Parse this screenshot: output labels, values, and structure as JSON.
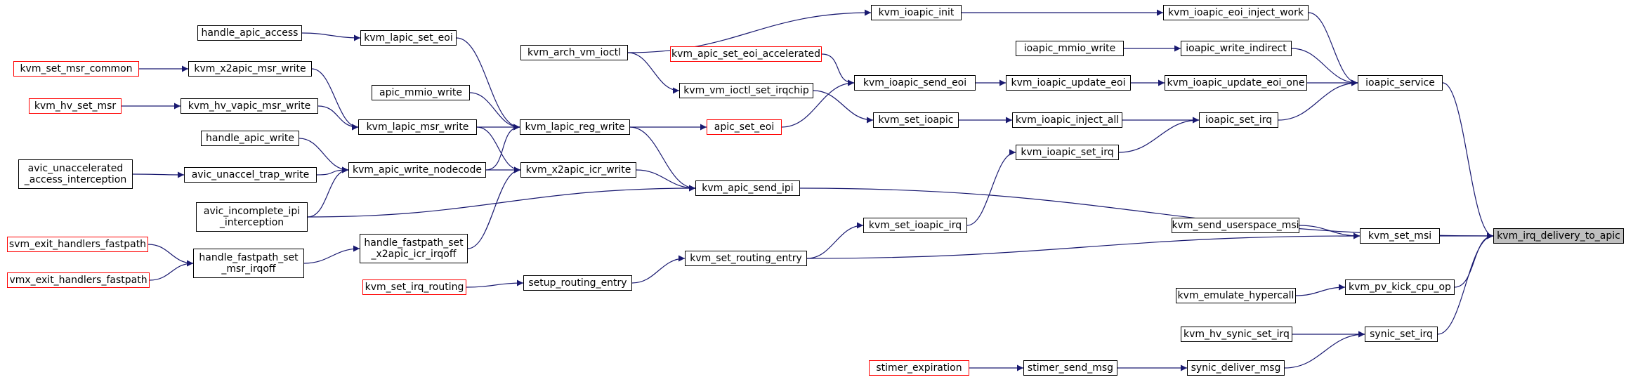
{
  "graph": {
    "colors": {
      "edge": "#191970",
      "node_border": "#000000",
      "node_incomplete_border": "#ff0000",
      "focus_fill": "#bfbfbf"
    },
    "nodes": [
      {
        "id": "kvm_irq_delivery_to_apic",
        "label": "kvm_irq_delivery_to_apic",
        "style": "focus"
      },
      {
        "id": "ioapic_service",
        "label": "ioapic_service",
        "style": "normal"
      },
      {
        "id": "kvm_ioapic_eoi_inject_work",
        "label": "kvm_ioapic_eoi_inject_work",
        "style": "normal"
      },
      {
        "id": "kvm_ioapic_init",
        "label": "kvm_ioapic_init",
        "style": "normal"
      },
      {
        "id": "kvm_arch_vm_ioctl",
        "label": "kvm_arch_vm_ioctl",
        "style": "normal"
      },
      {
        "id": "ioapic_write_indirect",
        "label": "ioapic_write_indirect",
        "style": "normal"
      },
      {
        "id": "ioapic_mmio_write",
        "label": "ioapic_mmio_write",
        "style": "normal"
      },
      {
        "id": "kvm_ioapic_update_eoi_one",
        "label": "kvm_ioapic_update_eoi_one",
        "style": "normal"
      },
      {
        "id": "kvm_ioapic_update_eoi",
        "label": "kvm_ioapic_update_eoi",
        "style": "normal"
      },
      {
        "id": "kvm_ioapic_send_eoi",
        "label": "kvm_ioapic_send_eoi",
        "style": "normal"
      },
      {
        "id": "kvm_apic_set_eoi_accelerated",
        "label": "kvm_apic_set_eoi_accelerated",
        "style": "incomplete"
      },
      {
        "id": "apic_set_eoi",
        "label": "apic_set_eoi",
        "style": "incomplete"
      },
      {
        "id": "kvm_lapic_reg_write",
        "label": "kvm_lapic_reg_write",
        "style": "normal"
      },
      {
        "id": "kvm_lapic_set_eoi",
        "label": "kvm_lapic_set_eoi",
        "style": "normal"
      },
      {
        "id": "handle_apic_access",
        "label": "handle_apic_access",
        "style": "normal"
      },
      {
        "id": "apic_mmio_write",
        "label": "apic_mmio_write",
        "style": "normal"
      },
      {
        "id": "kvm_lapic_msr_write",
        "label": "kvm_lapic_msr_write",
        "style": "normal"
      },
      {
        "id": "kvm_x2apic_msr_write",
        "label": "kvm_x2apic_msr_write",
        "style": "normal"
      },
      {
        "id": "kvm_set_msr_common",
        "label": "kvm_set_msr_common",
        "style": "incomplete"
      },
      {
        "id": "kvm_hv_vapic_msr_write",
        "label": "kvm_hv_vapic_msr_write",
        "style": "normal"
      },
      {
        "id": "kvm_hv_set_msr",
        "label": "kvm_hv_set_msr",
        "style": "incomplete"
      },
      {
        "id": "ioapic_set_irq",
        "label": "ioapic_set_irq",
        "style": "normal"
      },
      {
        "id": "kvm_ioapic_inject_all",
        "label": "kvm_ioapic_inject_all",
        "style": "normal"
      },
      {
        "id": "kvm_set_ioapic",
        "label": "kvm_set_ioapic",
        "style": "normal"
      },
      {
        "id": "kvm_vm_ioctl_set_irqchip",
        "label": "kvm_vm_ioctl_set_irqchip",
        "style": "normal"
      },
      {
        "id": "kvm_ioapic_set_irq",
        "label": "kvm_ioapic_set_irq",
        "style": "normal"
      },
      {
        "id": "kvm_set_ioapic_irq",
        "label": "kvm_set_ioapic_irq",
        "style": "normal"
      },
      {
        "id": "kvm_set_routing_entry",
        "label": "kvm_set_routing_entry",
        "style": "normal"
      },
      {
        "id": "setup_routing_entry",
        "label": "setup_routing_entry",
        "style": "normal"
      },
      {
        "id": "kvm_set_irq_routing",
        "label": "kvm_set_irq_routing",
        "style": "incomplete"
      },
      {
        "id": "kvm_apic_send_ipi",
        "label": "kvm_apic_send_ipi",
        "style": "normal"
      },
      {
        "id": "kvm_x2apic_icr_write",
        "label": "kvm_x2apic_icr_write",
        "style": "normal"
      },
      {
        "id": "kvm_apic_write_nodecode",
        "label": "kvm_apic_write_nodecode",
        "style": "normal"
      },
      {
        "id": "handle_apic_write",
        "label": "handle_apic_write",
        "style": "normal"
      },
      {
        "id": "avic_unaccel_trap_write",
        "label": "avic_unaccel_trap_write",
        "style": "normal"
      },
      {
        "id": "avic_unaccelerated_access_interception",
        "label": "avic_unaccelerated\n_access_interception",
        "style": "normal"
      },
      {
        "id": "avic_incomplete_ipi_interception",
        "label": "avic_incomplete_ipi\n_interception",
        "style": "normal"
      },
      {
        "id": "handle_fastpath_set_x2apic_icr_irqoff",
        "label": "handle_fastpath_set\n_x2apic_icr_irqoff",
        "style": "normal"
      },
      {
        "id": "handle_fastpath_set_msr_irqoff",
        "label": "handle_fastpath_set\n_msr_irqoff",
        "style": "normal"
      },
      {
        "id": "svm_exit_handlers_fastpath",
        "label": "svm_exit_handlers_fastpath",
        "style": "incomplete"
      },
      {
        "id": "vmx_exit_handlers_fastpath",
        "label": "vmx_exit_handlers_fastpath",
        "style": "incomplete"
      },
      {
        "id": "kvm_set_msi",
        "label": "kvm_set_msi",
        "style": "normal"
      },
      {
        "id": "kvm_send_userspace_msi",
        "label": "kvm_send_userspace_msi",
        "style": "normal"
      },
      {
        "id": "kvm_pv_kick_cpu_op",
        "label": "kvm_pv_kick_cpu_op",
        "style": "normal"
      },
      {
        "id": "kvm_emulate_hypercall",
        "label": "kvm_emulate_hypercall",
        "style": "normal"
      },
      {
        "id": "synic_set_irq",
        "label": "synic_set_irq",
        "style": "normal"
      },
      {
        "id": "kvm_hv_synic_set_irq",
        "label": "kvm_hv_synic_set_irq",
        "style": "normal"
      },
      {
        "id": "synic_deliver_msg",
        "label": "synic_deliver_msg",
        "style": "normal"
      },
      {
        "id": "stimer_send_msg",
        "label": "stimer_send_msg",
        "style": "normal"
      },
      {
        "id": "stimer_expiration",
        "label": "stimer_expiration",
        "style": "incomplete"
      }
    ],
    "edges": [
      [
        "ioapic_service",
        "kvm_irq_delivery_to_apic"
      ],
      [
        "kvm_apic_send_ipi",
        "kvm_irq_delivery_to_apic"
      ],
      [
        "kvm_set_msi",
        "kvm_irq_delivery_to_apic"
      ],
      [
        "kvm_pv_kick_cpu_op",
        "kvm_irq_delivery_to_apic"
      ],
      [
        "synic_set_irq",
        "kvm_irq_delivery_to_apic"
      ],
      [
        "kvm_ioapic_eoi_inject_work",
        "ioapic_service"
      ],
      [
        "ioapic_write_indirect",
        "ioapic_service"
      ],
      [
        "kvm_ioapic_update_eoi_one",
        "ioapic_service"
      ],
      [
        "ioapic_set_irq",
        "ioapic_service"
      ],
      [
        "kvm_ioapic_init",
        "kvm_ioapic_eoi_inject_work"
      ],
      [
        "kvm_arch_vm_ioctl",
        "kvm_ioapic_init"
      ],
      [
        "ioapic_mmio_write",
        "ioapic_write_indirect"
      ],
      [
        "kvm_ioapic_update_eoi",
        "kvm_ioapic_update_eoi_one"
      ],
      [
        "kvm_ioapic_send_eoi",
        "kvm_ioapic_update_eoi"
      ],
      [
        "kvm_apic_set_eoi_accelerated",
        "kvm_ioapic_send_eoi"
      ],
      [
        "apic_set_eoi",
        "kvm_ioapic_send_eoi"
      ],
      [
        "kvm_lapic_reg_write",
        "apic_set_eoi"
      ],
      [
        "kvm_lapic_set_eoi",
        "kvm_lapic_reg_write"
      ],
      [
        "apic_mmio_write",
        "kvm_lapic_reg_write"
      ],
      [
        "kvm_lapic_msr_write",
        "kvm_lapic_reg_write"
      ],
      [
        "kvm_apic_write_nodecode",
        "kvm_lapic_reg_write"
      ],
      [
        "handle_apic_access",
        "kvm_lapic_set_eoi"
      ],
      [
        "kvm_x2apic_msr_write",
        "kvm_lapic_msr_write"
      ],
      [
        "kvm_hv_vapic_msr_write",
        "kvm_lapic_msr_write"
      ],
      [
        "kvm_set_msr_common",
        "kvm_x2apic_msr_write"
      ],
      [
        "kvm_hv_set_msr",
        "kvm_hv_vapic_msr_write"
      ],
      [
        "kvm_ioapic_inject_all",
        "ioapic_set_irq"
      ],
      [
        "kvm_ioapic_set_irq",
        "ioapic_set_irq"
      ],
      [
        "kvm_set_ioapic",
        "kvm_ioapic_inject_all"
      ],
      [
        "kvm_arch_vm_ioctl",
        "kvm_vm_ioctl_set_irqchip"
      ],
      [
        "kvm_vm_ioctl_set_irqchip",
        "kvm_set_ioapic"
      ],
      [
        "kvm_set_ioapic_irq",
        "kvm_ioapic_set_irq"
      ],
      [
        "kvm_set_routing_entry",
        "kvm_set_ioapic_irq"
      ],
      [
        "kvm_set_routing_entry",
        "kvm_set_msi"
      ],
      [
        "setup_routing_entry",
        "kvm_set_routing_entry"
      ],
      [
        "kvm_set_irq_routing",
        "setup_routing_entry"
      ],
      [
        "kvm_lapic_reg_write",
        "kvm_apic_send_ipi"
      ],
      [
        "kvm_x2apic_icr_write",
        "kvm_apic_send_ipi"
      ],
      [
        "avic_incomplete_ipi_interception",
        "kvm_apic_send_ipi"
      ],
      [
        "kvm_lapic_msr_write",
        "kvm_x2apic_icr_write"
      ],
      [
        "kvm_apic_write_nodecode",
        "kvm_x2apic_icr_write"
      ],
      [
        "handle_fastpath_set_x2apic_icr_irqoff",
        "kvm_x2apic_icr_write"
      ],
      [
        "handle_apic_write",
        "kvm_apic_write_nodecode"
      ],
      [
        "avic_unaccel_trap_write",
        "kvm_apic_write_nodecode"
      ],
      [
        "avic_incomplete_ipi_interception",
        "kvm_apic_write_nodecode"
      ],
      [
        "avic_unaccelerated_access_interception",
        "avic_unaccel_trap_write"
      ],
      [
        "handle_fastpath_set_msr_irqoff",
        "handle_fastpath_set_x2apic_icr_irqoff"
      ],
      [
        "svm_exit_handlers_fastpath",
        "handle_fastpath_set_msr_irqoff"
      ],
      [
        "vmx_exit_handlers_fastpath",
        "handle_fastpath_set_msr_irqoff"
      ],
      [
        "kvm_send_userspace_msi",
        "kvm_set_msi"
      ],
      [
        "kvm_emulate_hypercall",
        "kvm_pv_kick_cpu_op"
      ],
      [
        "kvm_hv_synic_set_irq",
        "synic_set_irq"
      ],
      [
        "synic_deliver_msg",
        "synic_set_irq"
      ],
      [
        "stimer_send_msg",
        "synic_deliver_msg"
      ],
      [
        "stimer_expiration",
        "stimer_send_msg"
      ]
    ]
  }
}
